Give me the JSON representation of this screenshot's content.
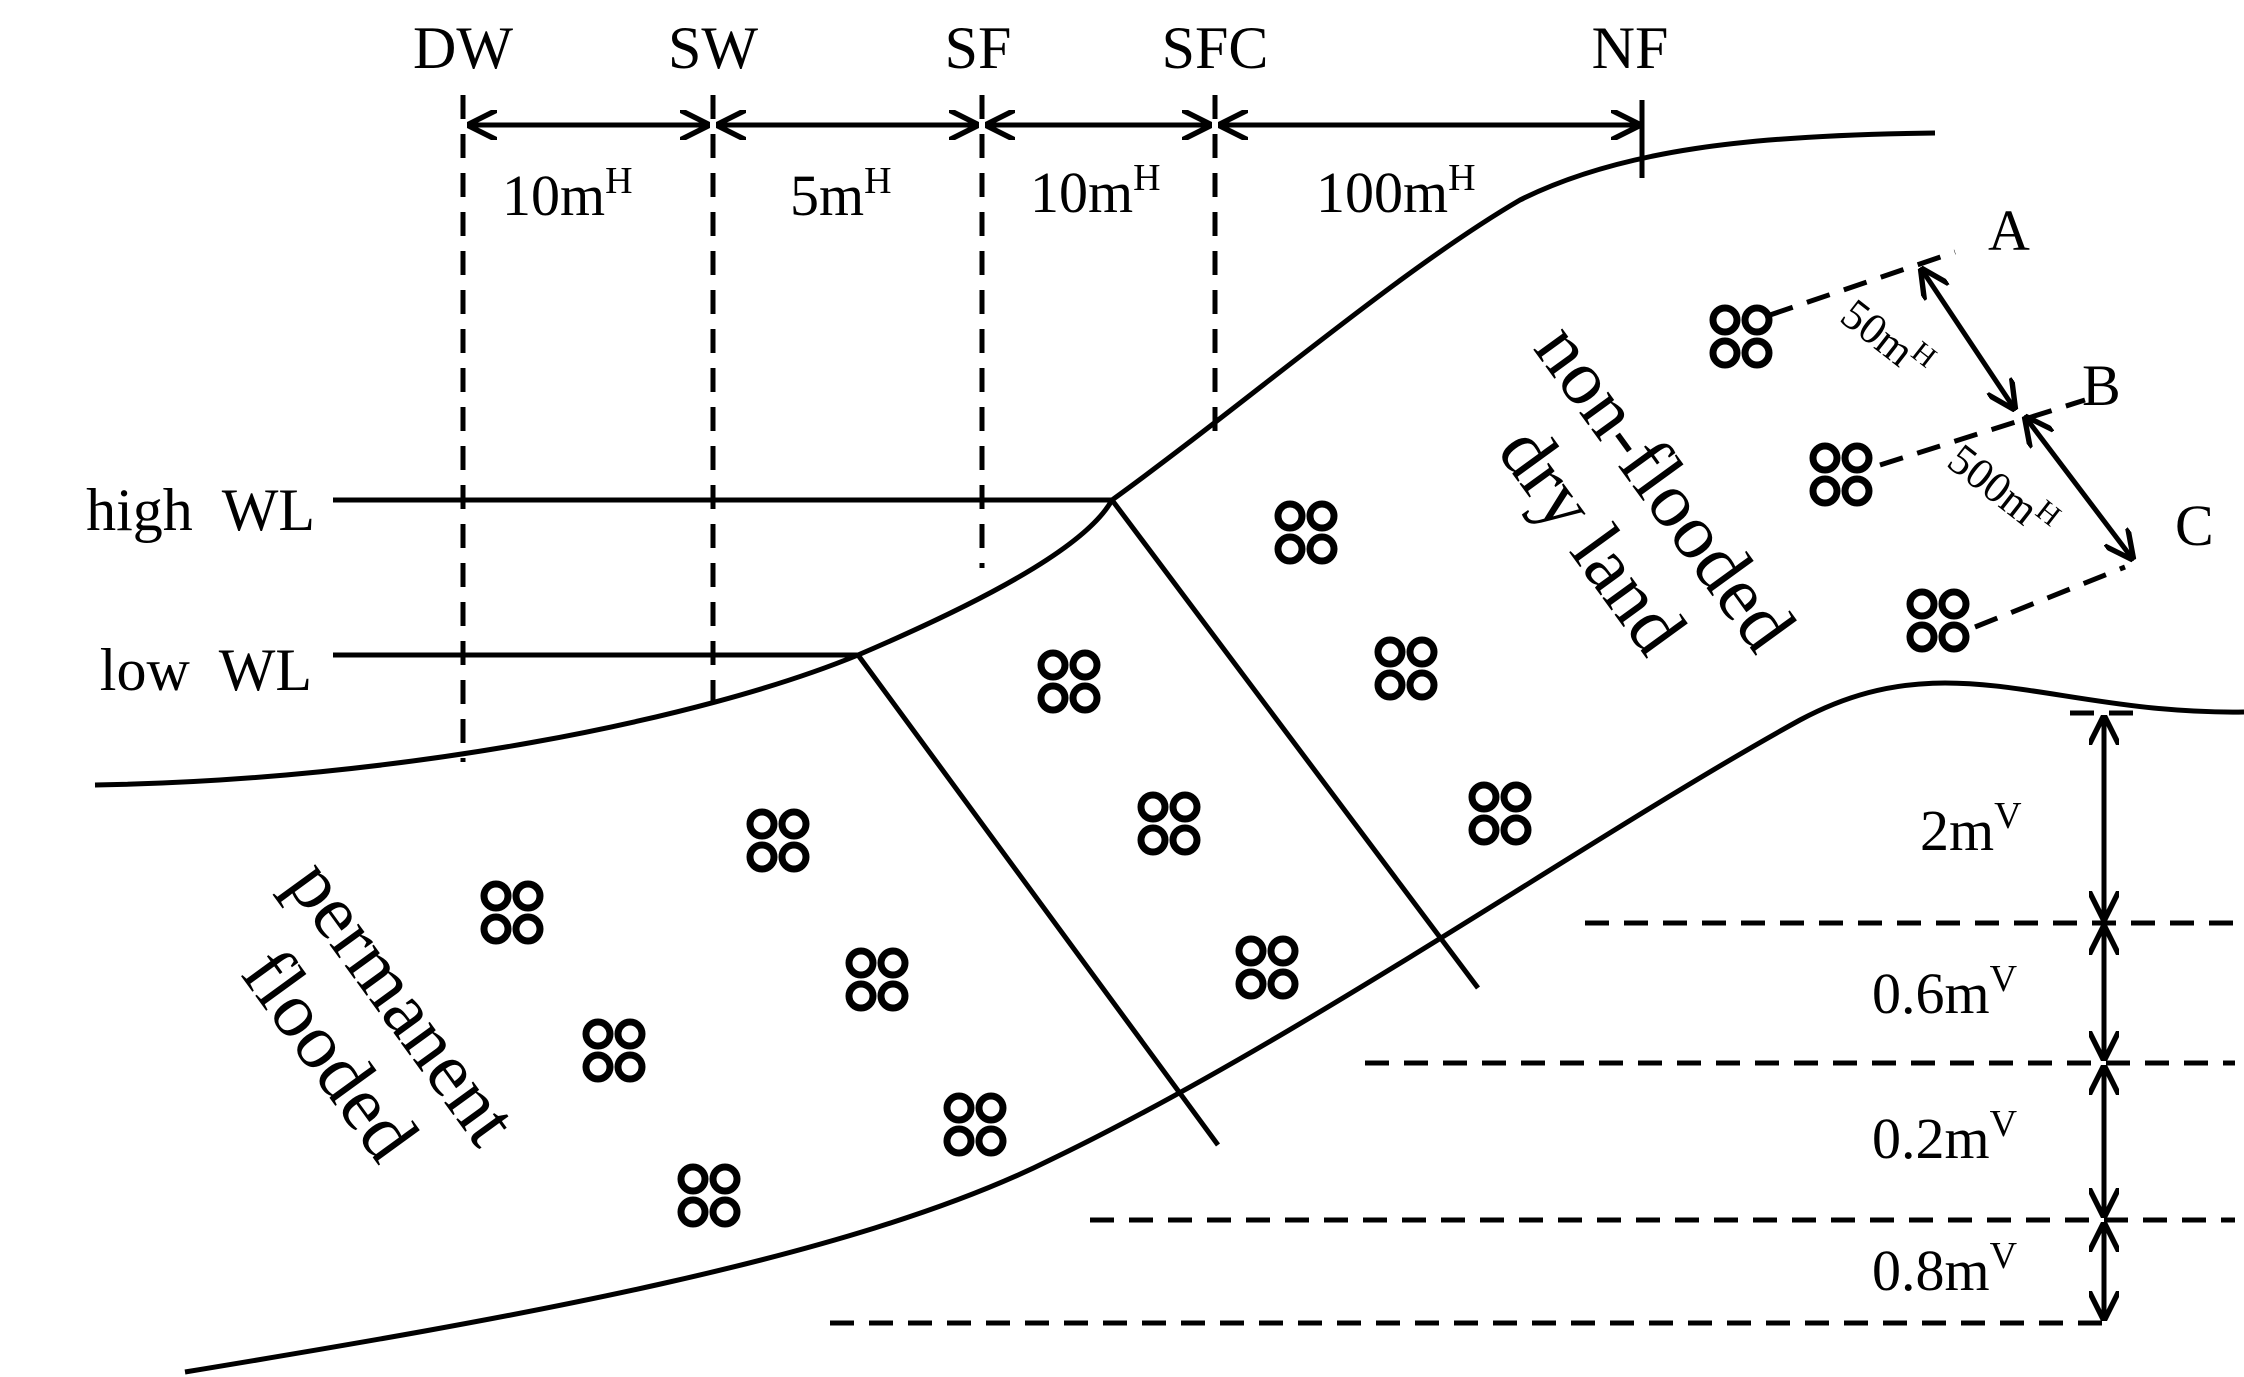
{
  "zones": {
    "dw": "DW",
    "sw": "SW",
    "sf": "SF",
    "sfc": "SFC",
    "nf": "NF"
  },
  "horizontal_spacings": [
    {
      "value": "10m",
      "unit_sup": "H"
    },
    {
      "value": "5m",
      "unit_sup": "H"
    },
    {
      "value": "10m",
      "unit_sup": "H"
    },
    {
      "value": "100m",
      "unit_sup": "H"
    }
  ],
  "water_levels": {
    "high": "high  WL",
    "low": "low  WL"
  },
  "regions": {
    "permanent_line1": "permanent",
    "permanent_line2": "flooded",
    "dry_line1": "non-flooded",
    "dry_line2": "dry land"
  },
  "transects": {
    "a": "A",
    "b": "B",
    "c": "C",
    "ab": {
      "value": "50m",
      "unit_sup": "H"
    },
    "bc": {
      "value": "500m",
      "unit_sup": "H"
    }
  },
  "vertical_spacings": [
    {
      "value": "2m",
      "unit_sup": "V"
    },
    {
      "value": "0.6m",
      "unit_sup": "V"
    },
    {
      "value": "0.2m",
      "unit_sup": "V"
    },
    {
      "value": "0.8m",
      "unit_sup": "V"
    }
  ],
  "symbols": {
    "plant_cluster": "plant-quadrat-icon"
  }
}
